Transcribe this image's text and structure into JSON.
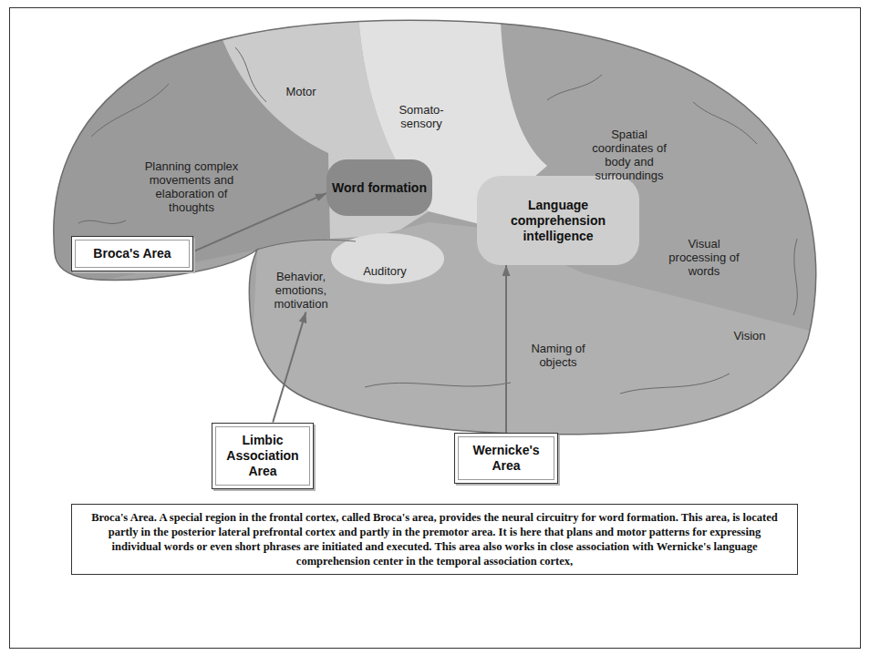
{
  "diagram": {
    "caption": "Broca's Area. A special region in the frontal cortex, called Broca's area, provides the neural circuitry for word formation. This area, is located partly in the posterior lateral prefrontal cortex and partly in the premotor area. It is here that plans and motor patterns for expressing individual words or even short phrases are initiated and executed. This area also works in close association with Wernicke's language comprehension center in the temporal association cortex,",
    "nodes": [
      {
        "text": [
          "Word formation"
        ]
      },
      {
        "text": [
          "Language comprehension intelligence"
        ]
      },
      {
        "text": [
          "Broca's Area"
        ]
      },
      {
        "text": [
          "Behavior, emotions, motivation"
        ]
      },
      {
        "text": [
          "Limbic Association Area"
        ]
      },
      {
        "text": [
          "Wernicke's Area"
        ]
      }
    ],
    "edges": [
      {
        "from": 2,
        "to": 0,
        "arrow": "to"
      },
      {
        "from": 4,
        "to": 3,
        "arrow": "to"
      },
      {
        "from": 5,
        "to": 1,
        "arrow": "to"
      }
    ],
    "labels": [
      "Motor",
      "Somato- sensory",
      "Spatial coordinates of body and surroundings",
      "Planning complex movements and elaboration of thoughts",
      "Visual processing of words",
      "Auditory",
      "Vision",
      "Naming of objects"
    ]
  }
}
